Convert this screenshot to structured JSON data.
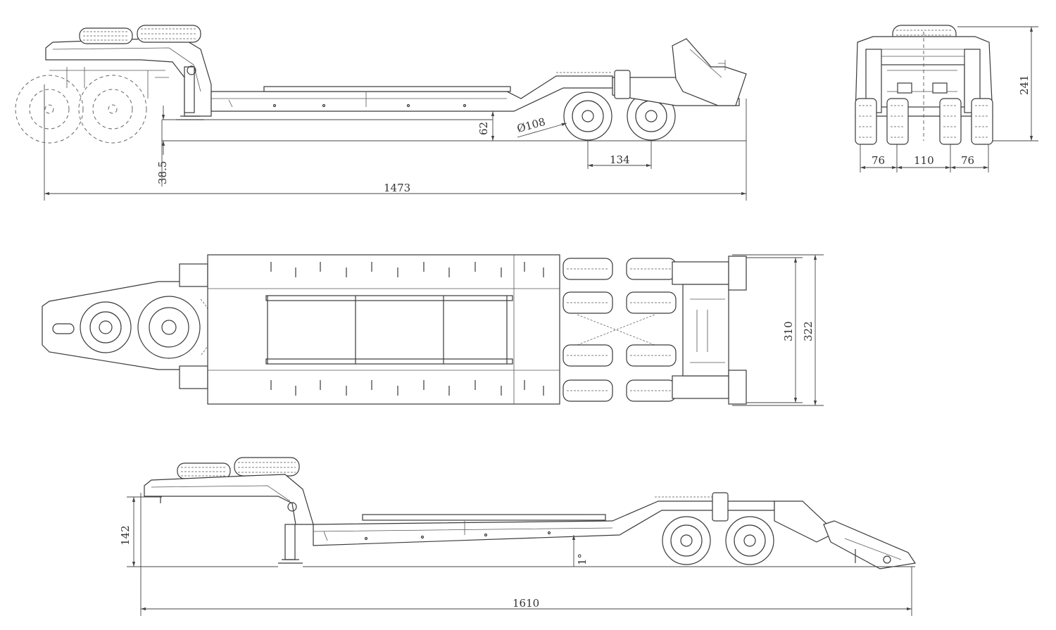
{
  "drawing": {
    "title": "",
    "views": [
      "side-view-raised",
      "top-view",
      "front-view",
      "side-view-lowered"
    ]
  },
  "side_view": {
    "overall_length": "1473",
    "wheel_diameter": "Ø108",
    "deck_height": "62",
    "gooseneck_height": "38.5",
    "axle_spacing": "134"
  },
  "front_view": {
    "height": "241",
    "left_offset": "76",
    "center_width": "110",
    "right_offset": "76"
  },
  "top_view": {
    "inner_width": "310",
    "outer_width": "322"
  },
  "lowered_view": {
    "overall_length": "1610",
    "front_height": "142",
    "tilt_angle": "1°"
  }
}
